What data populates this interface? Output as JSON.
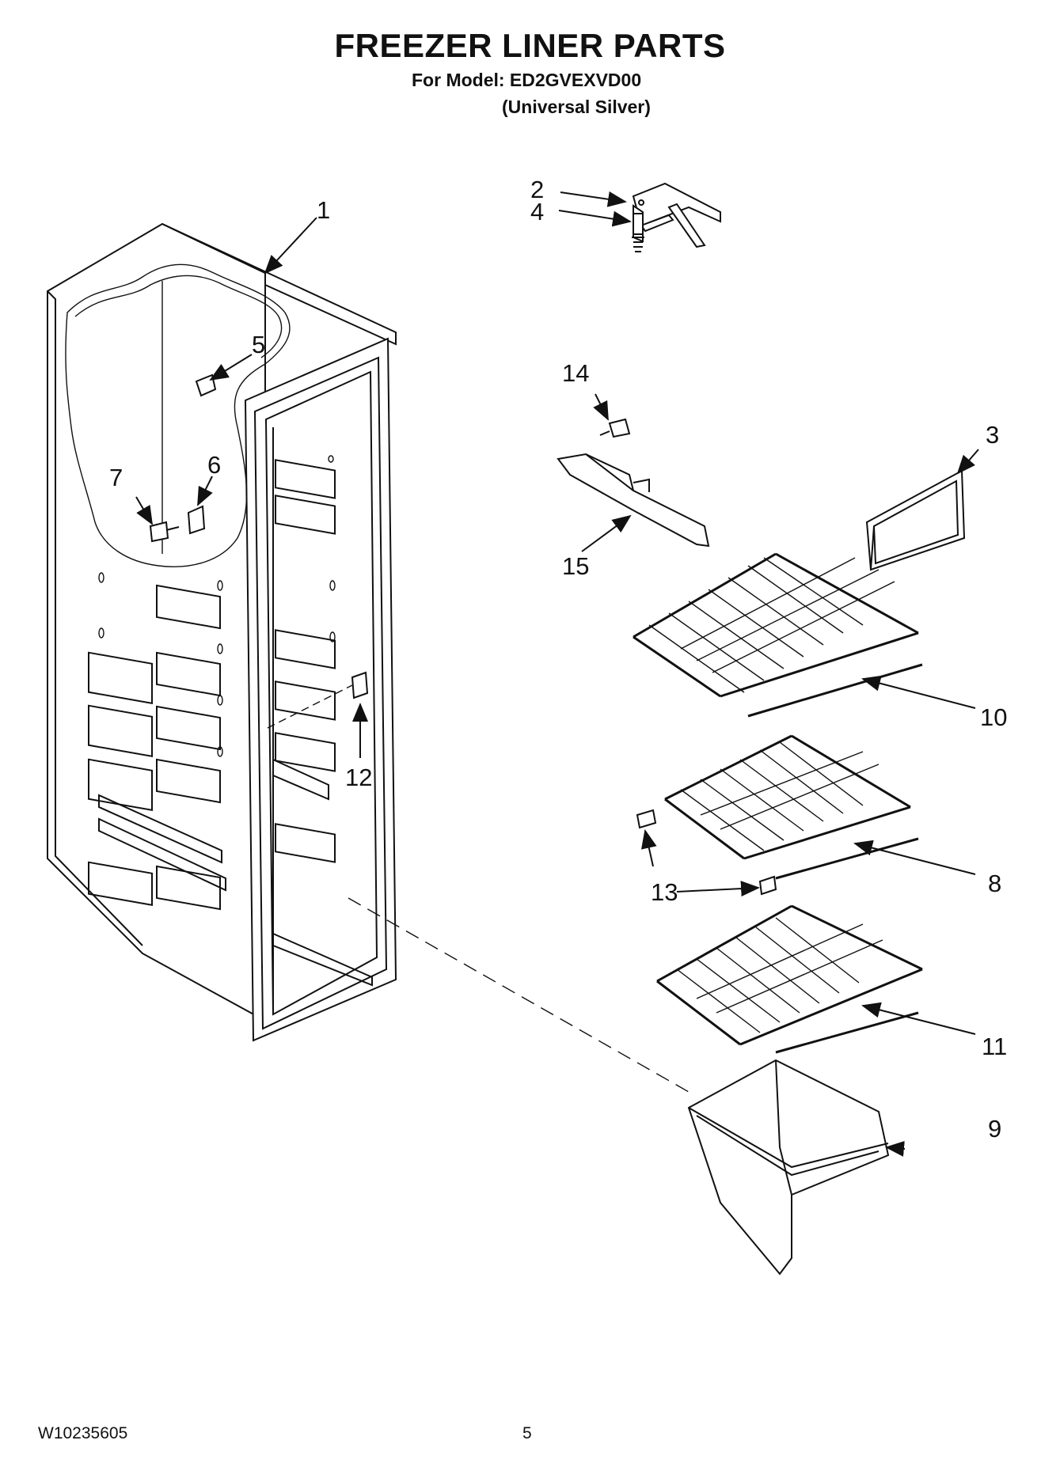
{
  "header": {
    "title": "FREEZER LINER PARTS",
    "model_line": "For Model: ED2GVEXVD00",
    "variant_line": "(Universal Silver)"
  },
  "footer": {
    "doc_number": "W10235605",
    "page_number": "5"
  },
  "callouts": {
    "c1": "1",
    "c2": "2",
    "c3": "3",
    "c4": "4",
    "c5": "5",
    "c6": "6",
    "c7": "7",
    "c8": "8",
    "c9": "9",
    "c10": "10",
    "c11": "11",
    "c12": "12",
    "c13": "13",
    "c14": "14",
    "c15": "15"
  }
}
